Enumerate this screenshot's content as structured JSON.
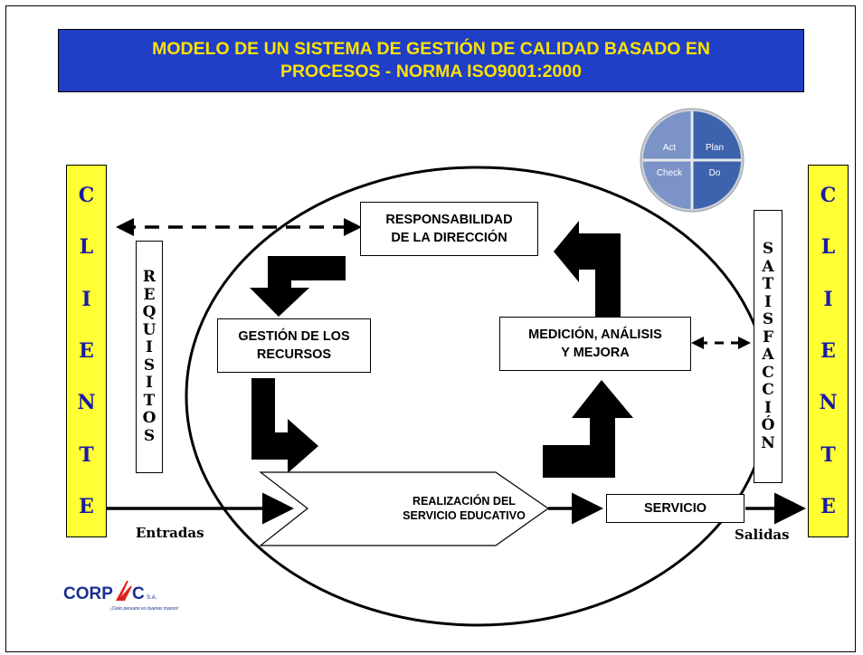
{
  "title": {
    "line1": "MODELO DE UN SISTEMA DE GESTIÓN DE CALIDAD BASADO EN",
    "line2": "PROCESOS  - NORMA ISO9001:2000"
  },
  "left_client": [
    "C",
    "L",
    "I",
    "E",
    "N",
    "T",
    "E"
  ],
  "right_client": [
    "C",
    "L",
    "I",
    "E",
    "N",
    "T",
    "E"
  ],
  "requisitos": [
    "R",
    "E",
    "Q",
    "U",
    "I",
    "S",
    "I",
    "T",
    "O",
    "S"
  ],
  "satisfaccion": [
    "S",
    "A",
    "T",
    "I",
    "S",
    "F",
    "A",
    "C",
    "C",
    "I",
    "Ó",
    "N"
  ],
  "boxes": {
    "direccion": {
      "line1": "RESPONSABILIDAD",
      "line2": "DE LA DIRECCIÓN"
    },
    "recursos": {
      "line1": "GESTIÓN DE LOS",
      "line2": "RECURSOS"
    },
    "medicion": {
      "line1": "MEDICIÓN, ANÁLISIS",
      "line2": "Y MEJORA"
    },
    "servicio": "SERVICIO"
  },
  "realizacion": {
    "line1": "REALIZACIÓN DEL",
    "line2": "SERVICIO EDUCATIVO"
  },
  "labels": {
    "entradas": "Entradas",
    "salidas": "Salidas"
  },
  "pdca": {
    "act": "Act",
    "plan": "Plan",
    "check": "Check",
    "do": "Do"
  },
  "logo": {
    "name": "CORPAC",
    "suffix": "S.A.",
    "tagline": "¡Cielo peruano en buenas manos!"
  },
  "colors": {
    "title_bg": "#1f3fc7",
    "title_text": "#ffe100",
    "client_bg": "#ffff33",
    "client_text": "#1a1aa6",
    "logo_blue": "#1b2f8f",
    "logo_red": "#e02020"
  }
}
